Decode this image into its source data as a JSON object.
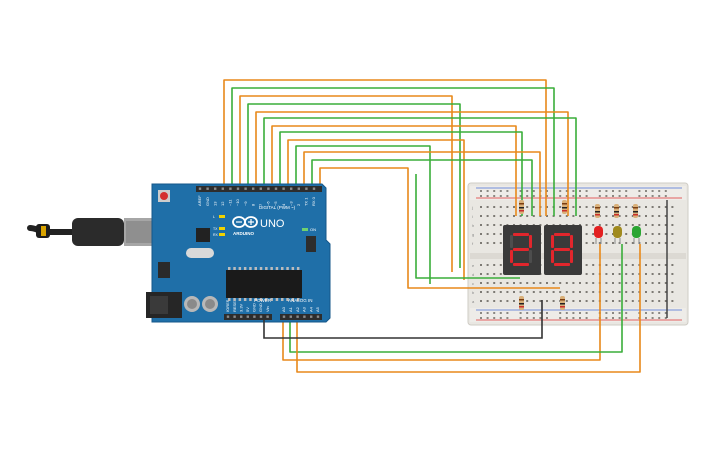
{
  "colors": {
    "background": "#ffffff",
    "board": "#1f6fa8",
    "board_dark": "#145c8e",
    "breadboard": "#eceae6",
    "wire_orange": "#e8891a",
    "wire_green": "#3aae3a",
    "wire_black": "#333333",
    "segment_on": "#e2262c",
    "segment_body": "#3a3a3a",
    "led_red": "#e32020",
    "led_yellow": "#a08a1e",
    "led_green": "#2aa532",
    "usb_cable": "#222222",
    "usb_connector": "#9a9a9a"
  },
  "board": {
    "model_label": "UNO",
    "brand_label": "ARDUINO",
    "digital_label": "DIGITAL (PWM ~)",
    "analog_label": "ANALOG IN",
    "power_label": "POWER",
    "on_label": "ON",
    "tx_label": "TX",
    "rx_label": "RX",
    "l_label": "L",
    "digital_pins": [
      "AREF",
      "GND",
      "13",
      "12",
      "~11",
      "~10",
      "~9",
      "8",
      "7",
      "~6",
      "~5",
      "4",
      "~3",
      "2",
      "TX 1",
      "RX 0"
    ],
    "power_pins": [
      "IOREF",
      "RESET",
      "3.3V",
      "5V",
      "GND",
      "GND",
      "Vin"
    ],
    "analog_pins": [
      "A0",
      "A1",
      "A2",
      "A3",
      "A4",
      "A5"
    ]
  },
  "display": {
    "digits": [
      "2",
      "8"
    ]
  },
  "leds": [
    {
      "color": "red"
    },
    {
      "color": "yellow"
    },
    {
      "color": "green"
    }
  ],
  "breadboard": {
    "row_letters_top": [
      "j",
      "i",
      "h",
      "g",
      "f"
    ],
    "row_letters_bottom": [
      "e",
      "d",
      "c",
      "b",
      "a"
    ]
  }
}
